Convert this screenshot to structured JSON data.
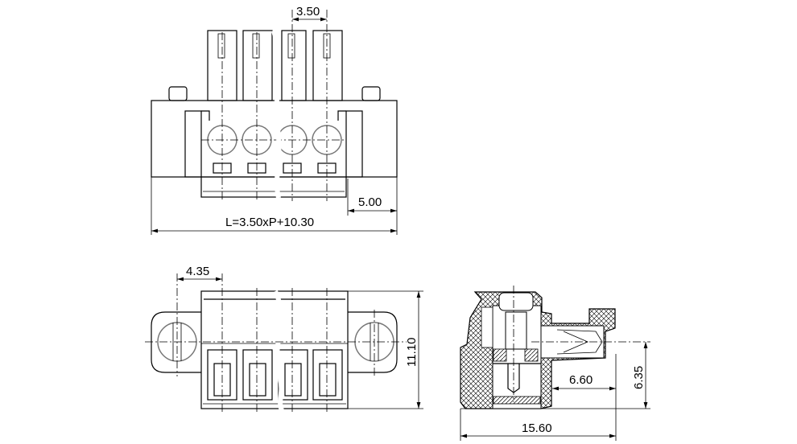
{
  "drawing": {
    "top_view": {
      "pitch_label": "3.50",
      "offset_label": "5.00",
      "length_label": "L=3.50xP+10.30"
    },
    "front_view": {
      "flange_label": "4.35",
      "height_label": "11.10"
    },
    "side_view": {
      "depth_label": "15.60",
      "socket_label": "6.60",
      "pin_height_label": "6.35"
    },
    "poles": 4
  }
}
